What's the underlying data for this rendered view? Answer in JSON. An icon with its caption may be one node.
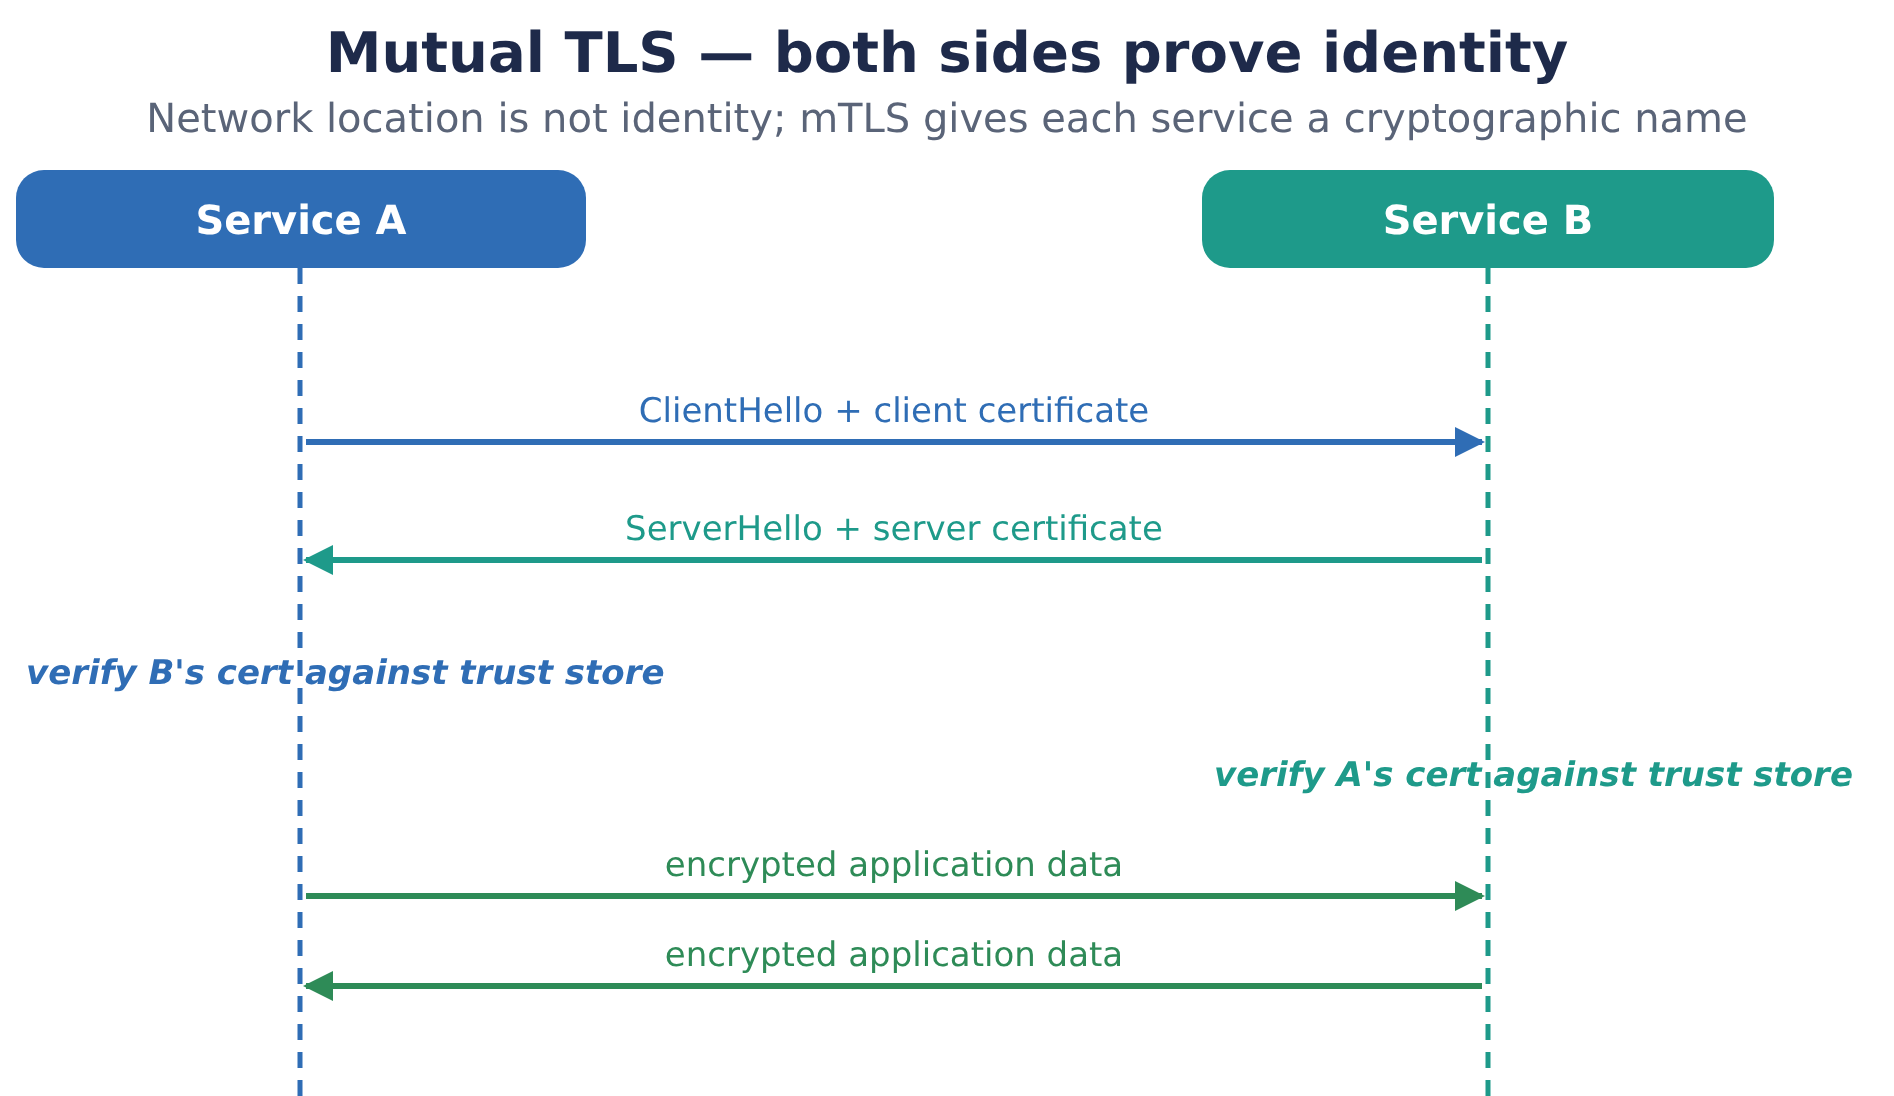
{
  "diagram": {
    "title": "Mutual TLS — both sides prove identity",
    "caption": "Network location is not identity; mTLS gives each service a cryptographic name",
    "nodes": [
      {
        "text": [
          "Service A"
        ]
      },
      {
        "text": [
          "Service B"
        ]
      }
    ],
    "edges": [
      {
        "from": 0,
        "to": 1,
        "arrow": "to",
        "label": "ClientHello + client certificate",
        "color": "#2f6db5"
      },
      {
        "from": 1,
        "to": 0,
        "arrow": "to",
        "label": "ServerHello + server certificate",
        "color": "#1e9a8a"
      },
      {
        "from": 0,
        "to": 1,
        "arrow": "to",
        "label": "encrypted application data"
      },
      {
        "from": 1,
        "to": 0,
        "arrow": "to",
        "label": "encrypted application data"
      }
    ],
    "labels": [
      "verify B's cert against trust store",
      "verify A's cert against trust store"
    ]
  }
}
